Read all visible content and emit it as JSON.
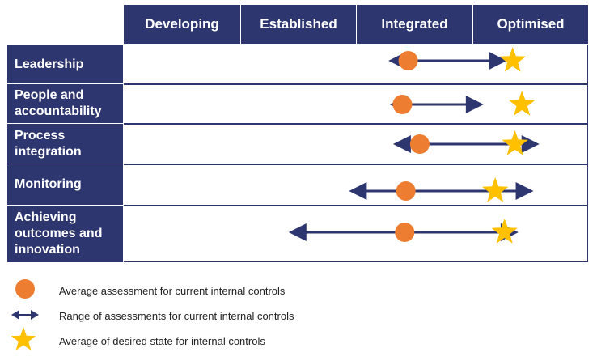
{
  "columns": [
    "Developing",
    "Established",
    "Integrated",
    "Optimised"
  ],
  "rows": [
    {
      "label": "Leadership",
      "range": [
        2.28,
        3.3
      ],
      "current": 2.45,
      "desired": 3.35
    },
    {
      "label": "People and\naccountability",
      "range": [
        2.29,
        3.1
      ],
      "current": 2.4,
      "desired": 3.43
    },
    {
      "label": "Process\nintegration",
      "range": [
        2.32,
        3.58
      ],
      "current": 2.55,
      "desired": 3.37
    },
    {
      "label": "Monitoring",
      "range": [
        1.94,
        3.53
      ],
      "current": 2.43,
      "desired": 3.2
    },
    {
      "label": "Achieving\noutcomes and\ninnovation",
      "range": [
        1.42,
        3.4
      ],
      "current": 2.42,
      "desired": 3.28
    }
  ],
  "legend": {
    "current": "Average assessment  for current internal controls",
    "range": "Range of assessments  for current internal controls",
    "desired": "Average  of desired state for internal controls"
  },
  "colors": {
    "navy": "#2e3670",
    "orange": "#ed7d31",
    "star": "#ffc000"
  }
}
